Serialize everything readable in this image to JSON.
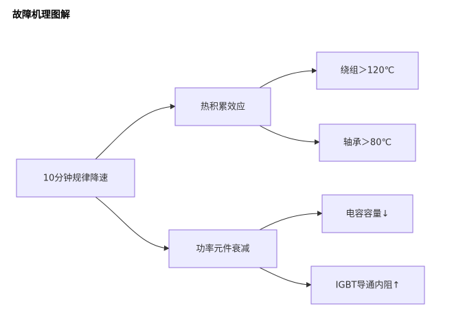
{
  "title": "故障机理图解",
  "colors": {
    "node_fill": "#ececff",
    "node_stroke": "#9370db",
    "edge": "#333333",
    "text": "#333333"
  },
  "nodes": {
    "root": "10分钟规律降速",
    "thermal": "热积累效应",
    "power": "功率元件衰减",
    "winding": "绕组＞120℃",
    "bearing": "轴承＞80℃",
    "capacitor": "电容容量↓",
    "igbt": "IGBT导通内阻↑"
  },
  "edges": [
    {
      "from": "root",
      "to": "thermal"
    },
    {
      "from": "root",
      "to": "power"
    },
    {
      "from": "thermal",
      "to": "winding"
    },
    {
      "from": "thermal",
      "to": "bearing"
    },
    {
      "from": "power",
      "to": "capacitor"
    },
    {
      "from": "power",
      "to": "igbt"
    }
  ]
}
